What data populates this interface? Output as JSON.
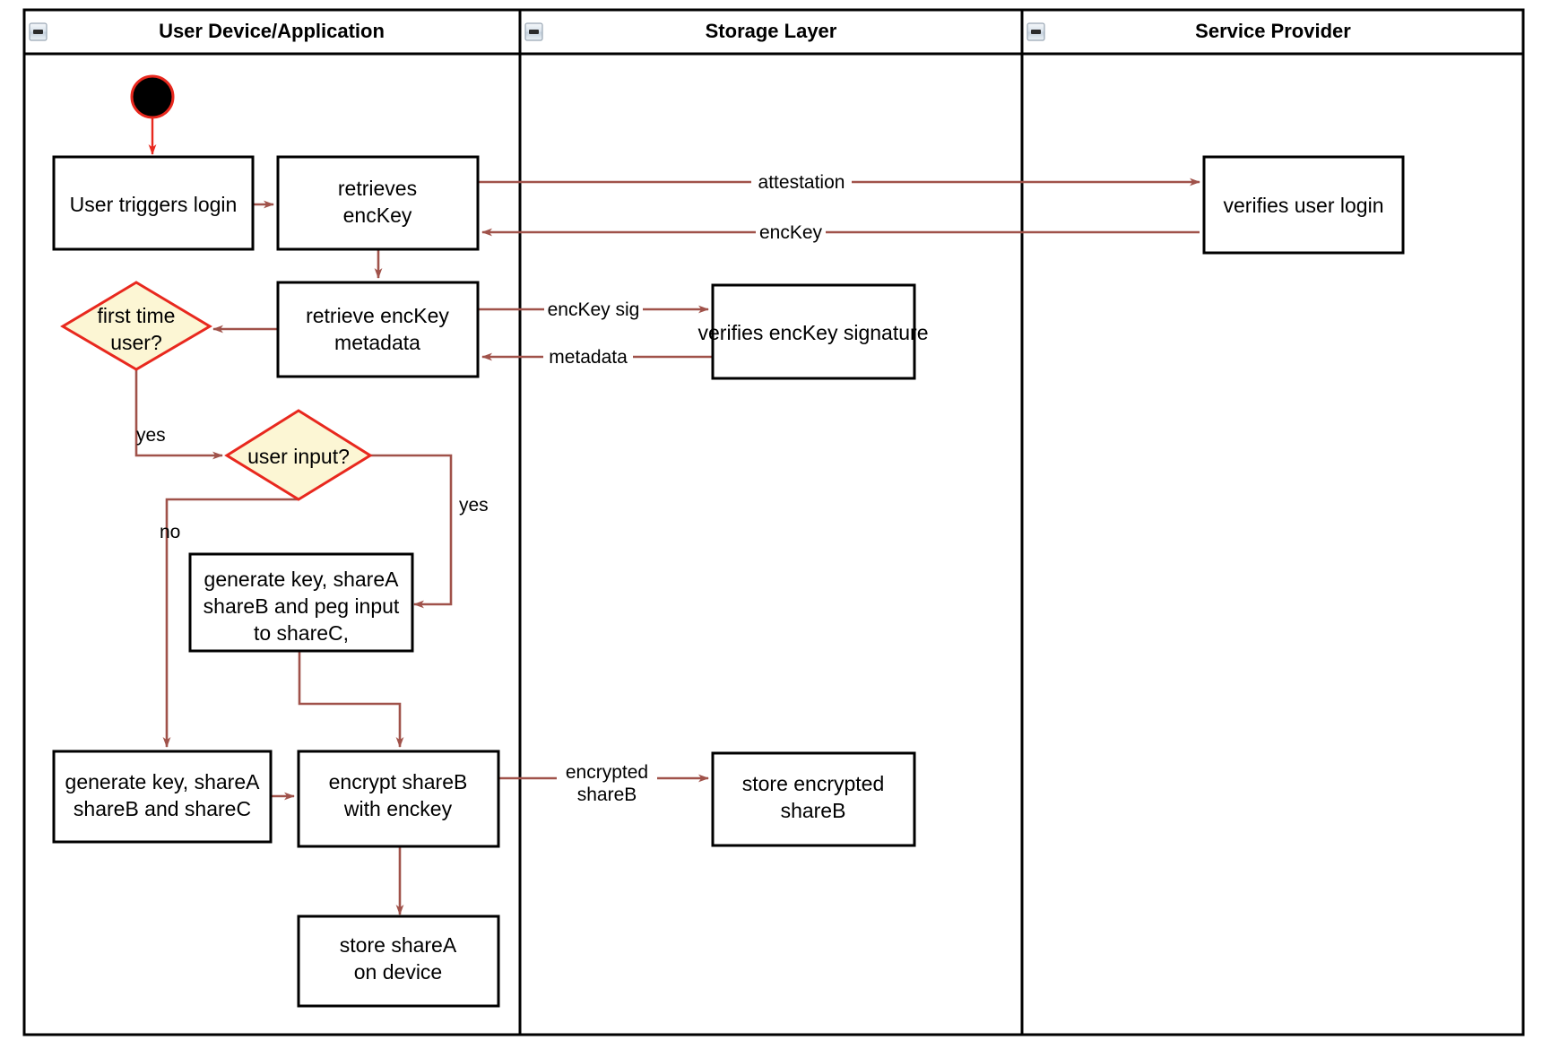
{
  "diagram": {
    "type": "uml-activity-swimlane",
    "title": "",
    "colors": {
      "flow_arrow": "#a0524a",
      "decision_fill": "#fcf6d4",
      "decision_stroke": "#e8281e",
      "node_stroke": "#000000",
      "start_node_fill": "#000000",
      "start_node_stroke": "#e8281e",
      "lane_border": "#000000",
      "background": "#ffffff"
    },
    "lanes": [
      {
        "id": "lane-user-device",
        "title": "User Device/Application",
        "collapse_icon": "minus-square-icon"
      },
      {
        "id": "lane-storage",
        "title": "Storage Layer",
        "collapse_icon": "minus-square-icon"
      },
      {
        "id": "lane-service-provider",
        "title": "Service Provider",
        "collapse_icon": "minus-square-icon"
      }
    ],
    "nodes": [
      {
        "id": "start",
        "lane": "lane-user-device",
        "shape": "initial-node",
        "label": ""
      },
      {
        "id": "user-triggers-login",
        "lane": "lane-user-device",
        "shape": "action",
        "label": "User triggers login",
        "lines": [
          "User triggers login"
        ]
      },
      {
        "id": "retrieves-enckey",
        "lane": "lane-user-device",
        "shape": "action",
        "label": "retrieves encKey",
        "lines": [
          "retrieves",
          "encKey"
        ]
      },
      {
        "id": "retrieve-enckey-metadata",
        "lane": "lane-user-device",
        "shape": "action",
        "label": "retrieve encKey metadata",
        "lines": [
          "retrieve encKey",
          "metadata"
        ]
      },
      {
        "id": "first-time-user",
        "lane": "lane-user-device",
        "shape": "decision",
        "label": "first time user?",
        "lines": [
          "first time",
          "user?"
        ]
      },
      {
        "id": "user-input",
        "lane": "lane-user-device",
        "shape": "decision",
        "label": "user input?",
        "lines": [
          "user input?"
        ]
      },
      {
        "id": "generate-key-peg",
        "lane": "lane-user-device",
        "shape": "action",
        "label": "generate key, shareA shareB and peg input to shareC,",
        "lines": [
          "generate key, shareA",
          "shareB and peg input",
          "to shareC,"
        ]
      },
      {
        "id": "generate-key-sharec",
        "lane": "lane-user-device",
        "shape": "action",
        "label": "generate key, shareA shareB and shareC",
        "lines": [
          "generate key, shareA",
          "shareB and shareC"
        ]
      },
      {
        "id": "encrypt-shareb",
        "lane": "lane-user-device",
        "shape": "action",
        "label": "encrypt shareB with enckey",
        "lines": [
          "encrypt shareB",
          "with enckey"
        ]
      },
      {
        "id": "store-sharea-on-device",
        "lane": "lane-user-device",
        "shape": "action",
        "label": "store shareA on device",
        "lines": [
          "store shareA",
          "on device"
        ]
      },
      {
        "id": "verifies-enckey-signature",
        "lane": "lane-storage",
        "shape": "action",
        "label": "verifies encKey signature",
        "lines": [
          "verifies encKey signature"
        ]
      },
      {
        "id": "store-encrypted-shareb",
        "lane": "lane-storage",
        "shape": "action",
        "label": "store encrypted shareB",
        "lines": [
          "store encrypted",
          "shareB"
        ]
      },
      {
        "id": "verifies-user-login",
        "lane": "lane-service-provider",
        "shape": "action",
        "label": "verifies user login",
        "lines": [
          "verifies user login"
        ]
      }
    ],
    "edges": [
      {
        "id": "e-start-login",
        "from": "start",
        "to": "user-triggers-login",
        "label": ""
      },
      {
        "id": "e-login-retrieves",
        "from": "user-triggers-login",
        "to": "retrieves-enckey",
        "label": ""
      },
      {
        "id": "e-attestation",
        "from": "retrieves-enckey",
        "to": "verifies-user-login",
        "label": "attestation"
      },
      {
        "id": "e-enckey-back",
        "from": "verifies-user-login",
        "to": "retrieves-enckey",
        "label": "encKey"
      },
      {
        "id": "e-retrieves-metadata",
        "from": "retrieves-enckey",
        "to": "retrieve-enckey-metadata",
        "label": ""
      },
      {
        "id": "e-enckey-sig",
        "from": "retrieve-enckey-metadata",
        "to": "verifies-enckey-signature",
        "label": "encKey sig"
      },
      {
        "id": "e-metadata-back",
        "from": "verifies-enckey-signature",
        "to": "retrieve-enckey-metadata",
        "label": "metadata"
      },
      {
        "id": "e-metadata-firsttime",
        "from": "retrieve-enckey-metadata",
        "to": "first-time-user",
        "label": ""
      },
      {
        "id": "e-firsttime-yes",
        "from": "first-time-user",
        "to": "user-input",
        "label": "yes"
      },
      {
        "id": "e-userinput-yes",
        "from": "user-input",
        "to": "generate-key-peg",
        "label": "yes"
      },
      {
        "id": "e-userinput-no",
        "from": "user-input",
        "to": "generate-key-sharec",
        "label": "no"
      },
      {
        "id": "e-peg-encrypt",
        "from": "generate-key-peg",
        "to": "encrypt-shareb",
        "label": ""
      },
      {
        "id": "e-sharec-encrypt",
        "from": "generate-key-sharec",
        "to": "encrypt-shareb",
        "label": ""
      },
      {
        "id": "e-encrypted-shareb",
        "from": "encrypt-shareb",
        "to": "store-encrypted-shareb",
        "label": "encrypted shareB",
        "lines": [
          "encrypted",
          "shareB"
        ]
      },
      {
        "id": "e-encrypt-store-sharea",
        "from": "encrypt-shareb",
        "to": "store-sharea-on-device",
        "label": ""
      }
    ],
    "edge_labels": {
      "attestation": "attestation",
      "enckey": "encKey",
      "enckey_sig": "encKey sig",
      "metadata": "metadata",
      "yes_first_time": "yes",
      "yes_user_input": "yes",
      "no_user_input": "no",
      "encrypted_line1": "encrypted",
      "encrypted_line2": "shareB"
    }
  }
}
